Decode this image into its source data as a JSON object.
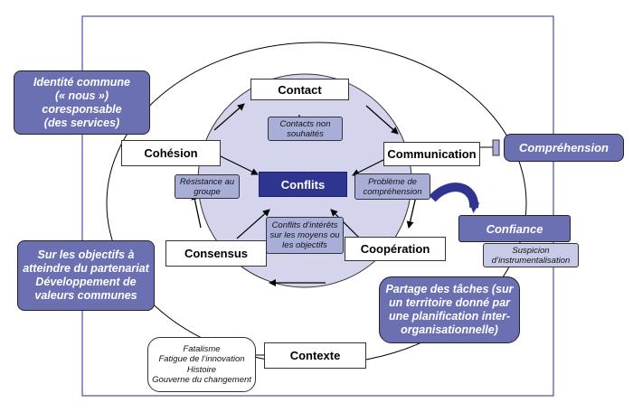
{
  "center": {
    "label": "Conflits"
  },
  "stages": {
    "contact": "Contact",
    "communication": "Communication",
    "cooperation": "Coopération",
    "consensus": "Consensus",
    "cohesion": "Cohésion",
    "contexte": "Contexte"
  },
  "inner_notes": {
    "contacts_non_souhaites": "Contacts non\nsouhaités",
    "probleme_comprehension": "Problème de\ncompréhension",
    "conflits_interets": "Conflits d’intérêts\nsur les moyens ou\nles objectifs",
    "resistance_groupe": "Résistance au\ngroupe"
  },
  "outer_notes": {
    "identite_commune": "Identité commune\n(« nous ») coresponsable\n(des services)",
    "comprehension": "Compréhension",
    "confiance": "Confiance",
    "sur_les_objectifs": "Sur les objectifs à\natteindre du partenariat\nDéveloppement de\nvaleurs communes",
    "partage_des_taches": "Partage des tâches (sur\nun territoire donné par\nune planification inter-\norganisationnelle)"
  },
  "suspicion": "Suspicion\nd’instrumentalisation",
  "contexte_factors": "Fatalisme\nFatigue de l’innovation\nHistoire\nGouverne du changement",
  "colors": {
    "frame": "#4a4fa0",
    "inner_circle": "#d4d5ec",
    "outer_box": "#6b70b2",
    "inner_box": "#a9aed8",
    "center_box": "#2e3490"
  }
}
